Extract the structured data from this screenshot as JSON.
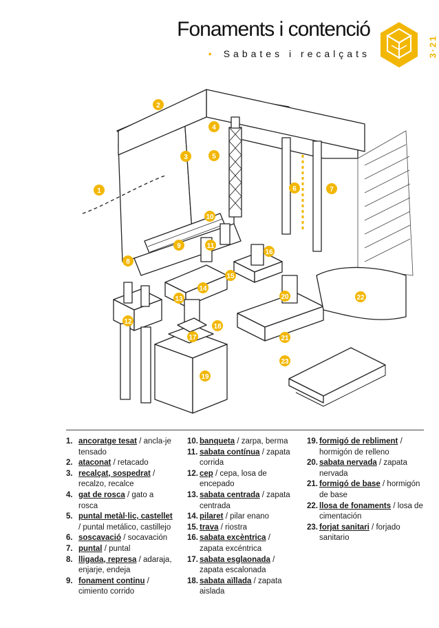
{
  "header": {
    "title": "Fonaments i contenció",
    "subtitle": "Sabates i recalçats",
    "page_number": "3·21",
    "accent_color": "#f2b705",
    "badge_icon": "cube-icon"
  },
  "markers": [
    "1",
    "2",
    "3",
    "4",
    "5",
    "6",
    "7",
    "8",
    "9",
    "10",
    "11",
    "12",
    "13",
    "14",
    "15",
    "16",
    "17",
    "18",
    "19",
    "20",
    "21",
    "22",
    "23"
  ],
  "legend": [
    {
      "num": "1.",
      "ca": "ancoratge tesat",
      "es": "ancla-je tensado"
    },
    {
      "num": "2.",
      "ca": "ataconat",
      "es": "retacado"
    },
    {
      "num": "3.",
      "ca": "recalçat, sospedrat",
      "es": "recalzo, recalce"
    },
    {
      "num": "4.",
      "ca": "gat de rosca",
      "es": "gato a rosca"
    },
    {
      "num": "5.",
      "ca": "puntal metàl·lic, castellet",
      "es": "puntal metálico, castillejo"
    },
    {
      "num": "6.",
      "ca": "soscavació",
      "es": "socavación"
    },
    {
      "num": "7.",
      "ca": "puntal",
      "es": "puntal"
    },
    {
      "num": "8.",
      "ca": "lligada, represa",
      "es": "adaraja, enjarje, endeja"
    },
    {
      "num": "9.",
      "ca": "fonament continu",
      "es": "cimiento corrido"
    },
    {
      "num": "10.",
      "ca": "banqueta",
      "es": "zarpa, berma"
    },
    {
      "num": "11.",
      "ca": "sabata contínua",
      "es": "zapata corrida"
    },
    {
      "num": "12.",
      "ca": "cep",
      "es": "cepa, losa de encepado"
    },
    {
      "num": "13.",
      "ca": "sabata centrada",
      "es": "zapata centrada"
    },
    {
      "num": "14.",
      "ca": "pilaret",
      "es": "pilar enano"
    },
    {
      "num": "15.",
      "ca": "trava",
      "es": "riostra"
    },
    {
      "num": "16.",
      "ca": "sabata excèntrica",
      "es": "zapata excéntrica"
    },
    {
      "num": "17.",
      "ca": "sabata esglaonada",
      "es": "zapata escalonada"
    },
    {
      "num": "18.",
      "ca": "sabata aïllada",
      "es": "zapata aislada"
    },
    {
      "num": "19.",
      "ca": "formigó de rebliment",
      "es": "hormigón de relleno"
    },
    {
      "num": "20.",
      "ca": "sabata nervada",
      "es": "zapata nervada"
    },
    {
      "num": "21.",
      "ca": "formigó de base",
      "es": "hormigón de base"
    },
    {
      "num": "22.",
      "ca": "llosa de fonaments",
      "es": "losa de cimentación"
    },
    {
      "num": "23.",
      "ca": "forjat sanitari",
      "es": "forjado sanitario"
    }
  ]
}
